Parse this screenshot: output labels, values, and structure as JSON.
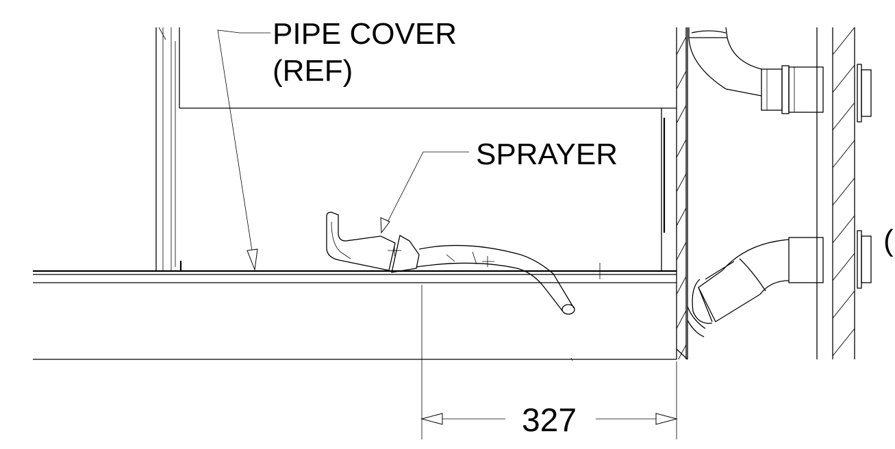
{
  "labels": {
    "pipe_cover_line1": "PIPE COVER",
    "pipe_cover_line2": "(REF)",
    "sprayer": "SPRAYER",
    "edge_paren": "("
  },
  "dimension": {
    "value": "327"
  }
}
